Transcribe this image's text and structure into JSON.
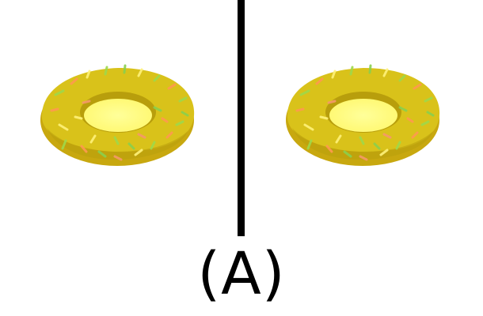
{
  "caption": {
    "label": "(A)"
  },
  "panels": [
    {
      "id": "left",
      "object": "donut-icon"
    },
    {
      "id": "right",
      "object": "donut-icon"
    }
  ],
  "colors": {
    "background": "#ffffff",
    "divider": "#000000",
    "frosting": "#d9c21a",
    "frosting_shadow": "#b89e0c",
    "dough_edge": "#c8a80f",
    "hole": "#fff871",
    "caption_text": "#000000",
    "sprinkles": [
      "#9fd94a",
      "#ff9a50",
      "#fff27a",
      "#8ad04e",
      "#f59a6a"
    ]
  }
}
